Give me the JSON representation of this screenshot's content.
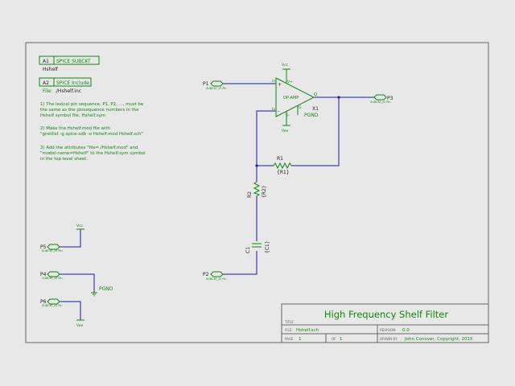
{
  "notes": {
    "a1_ref": "A1",
    "a1_text": "SPICE SUBCKT",
    "a1_value": "Hshelf",
    "a2_ref": "A2",
    "a2_text": "SPICE Include",
    "a2_file_label": "File:",
    "a2_file_value": "./Hshelf.inc",
    "instructions": [
      "1) The lexical pin sequence, P1, P2, ..., must be",
      "the same as the pinsequence numbers in the",
      "Hshelf symbol file, Hshelf.sym",
      "2) Make the Hshelf.mod file with",
      "\"gnetlist -g spice-sdb -o Hshelf.mod Hshelf.sch\"",
      "3) Add the attributes \"file=./Hshelf.mod\" and",
      "\"model-name=Hshelf\" to the Hshelf.sym symbol",
      "in the top level sheet."
    ]
  },
  "ports": {
    "p1": "P1",
    "p2": "P2",
    "p3": "P3",
    "p4": "P4",
    "p5": "P5",
    "p6": "P6",
    "type": "SUBCKT_IO Pin"
  },
  "opamp": {
    "label": "OP-AMP",
    "ref": "X1",
    "pin_in_pos": "In",
    "pin_in_neg": "In",
    "pin_out": "O",
    "pin_vplus": "V+",
    "pin_vminus": "V-",
    "pin_gnd": "G",
    "gnd_net": "PGND"
  },
  "power": {
    "vcc": "Vcc",
    "vee": "Vee",
    "pgnd": "PGND"
  },
  "components": {
    "r1_ref": "R1",
    "r1_value": "{R1}",
    "r2_ref": "R2",
    "r2_value": "{R2}",
    "c1_ref": "C1",
    "c1_value": "{C1}"
  },
  "title_block": {
    "title": "High Frequency Shelf Filter",
    "title_label": "TITLE",
    "file_label": "FILE:",
    "file_value": "Hshelf.sch",
    "revision_label": "REVISION:",
    "revision_value": "0.0",
    "page_label": "PAGE",
    "page_value": "1",
    "of_label": "OF",
    "of_value": "1",
    "drawn_label": "DRAWN BY:",
    "drawn_value": "John Conover, Copyright, 2015"
  },
  "colors": {
    "background": "#e8e8e8",
    "border": "#666666",
    "wire": "#1a1aa6",
    "component": "#118811",
    "text": "#222222",
    "pin": "#aa2222"
  }
}
